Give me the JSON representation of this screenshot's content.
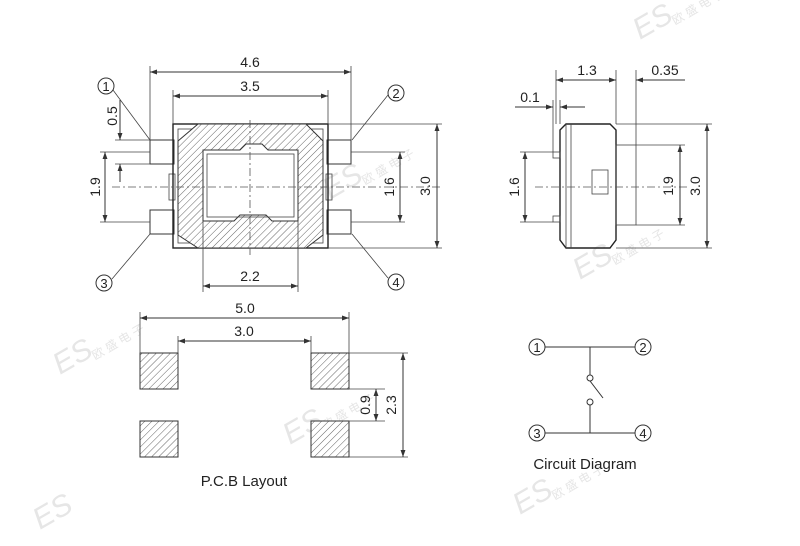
{
  "top_view": {
    "width_outer": "4.6",
    "width_inner": "3.5",
    "width_bottom": "2.2",
    "pin_height": "0.5",
    "pin_pitch": "1.9",
    "right_inner": "1.6",
    "right_outer": "3.0"
  },
  "side_view": {
    "depth": "1.3",
    "stem": "0.35",
    "offset": "0.1",
    "left_height": "1.6",
    "right_inner": "1.9",
    "right_outer": "3.0"
  },
  "pcb": {
    "width_outer": "5.0",
    "width_inner": "3.0",
    "pad": "0.9",
    "height": "2.3",
    "caption": "P.C.B Layout"
  },
  "circuit": {
    "pins": [
      "1",
      "2",
      "3",
      "4"
    ],
    "caption": "Circuit Diagram"
  },
  "watermark": {
    "logo": "ES",
    "chars": "欧 盛 电 子"
  },
  "colors": {
    "line": "#333333",
    "hatch": "#555555",
    "watermark": "#e6e6e6"
  }
}
